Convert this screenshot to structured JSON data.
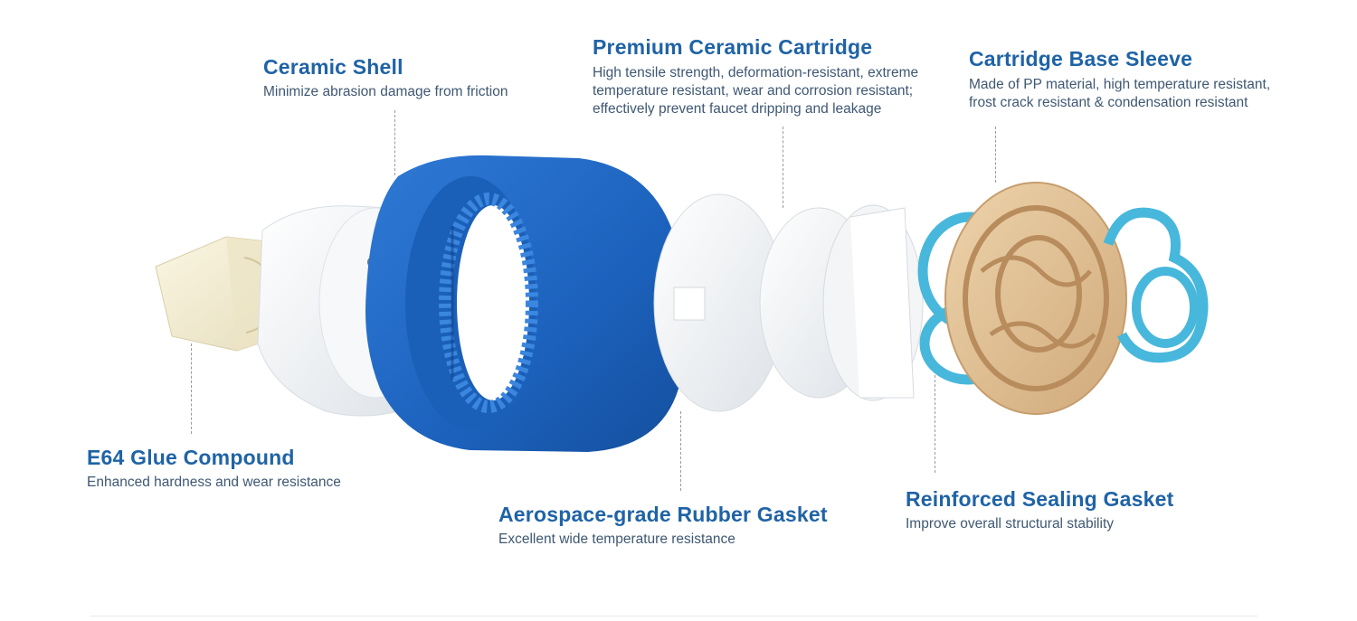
{
  "colors": {
    "heading": "#1f63a6",
    "body_text": "#3f5873",
    "cartridge_blue": "#1c68c4",
    "gasket_cyan": "#48b7dc",
    "base_tan": "#e3c39a",
    "ceramic_white": "#f1f3f5"
  },
  "callouts": {
    "ceramic_shell": {
      "title": "Ceramic Shell",
      "desc": [
        "Minimize abrasion damage from friction"
      ]
    },
    "premium_cartridge": {
      "title": "Premium Ceramic Cartridge",
      "desc": [
        "High tensile strength, deformation-resistant, extreme",
        "temperature resistant, wear and corrosion resistant;",
        "effectively prevent faucet dripping and leakage"
      ]
    },
    "base_sleeve": {
      "title": "Cartridge Base Sleeve",
      "desc": [
        "Made of PP material, high temperature resistant,",
        "frost crack resistant & condensation resistant"
      ]
    },
    "glue_compound": {
      "title": "E64 Glue Compound",
      "desc": [
        "Enhanced hardness and wear resistance"
      ]
    },
    "rubber_gasket": {
      "title": "Aerospace-grade Rubber Gasket",
      "desc": [
        "Excellent wide temperature resistance"
      ]
    },
    "sealing_gasket": {
      "title": "Reinforced Sealing Gasket",
      "desc": [
        "Improve overall structural stability"
      ]
    }
  },
  "icons": {
    "parts": [
      "stem-icon",
      "ceramic-shell-icon",
      "blue-housing-icon",
      "ceramic-disc-icon",
      "cyan-seal-icon",
      "base-sleeve-icon"
    ]
  }
}
